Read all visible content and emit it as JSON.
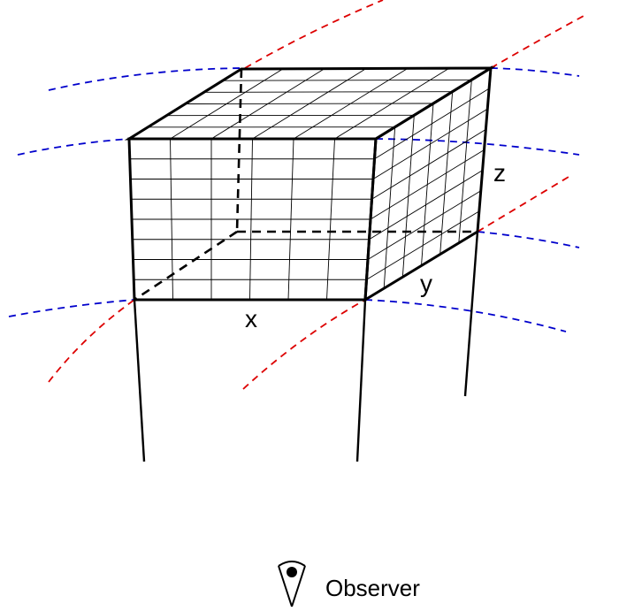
{
  "labels": {
    "x_axis": "x",
    "y_axis": "y",
    "z_axis": "z",
    "observer": "Observer"
  },
  "icons": {
    "observer": "eye-icon"
  },
  "colors": {
    "outline": "#000000",
    "grid": "#000000",
    "latitude_curves": "#0000cc",
    "longitude_curves": "#dd0000"
  }
}
